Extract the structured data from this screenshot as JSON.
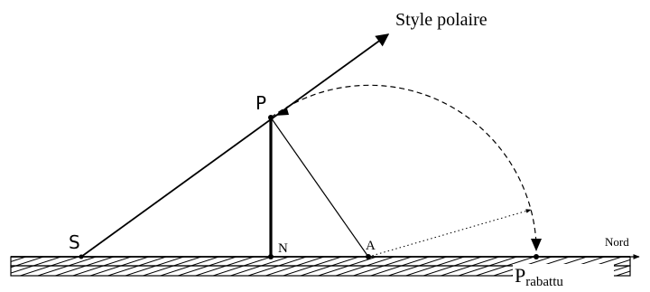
{
  "labels": {
    "style_polaire": "Style polaire",
    "p": "P",
    "s": "S",
    "n": "N",
    "a": "A",
    "nord": "Nord",
    "p_rabattu_main": "P",
    "p_rabattu_sub": "rabattu"
  }
}
